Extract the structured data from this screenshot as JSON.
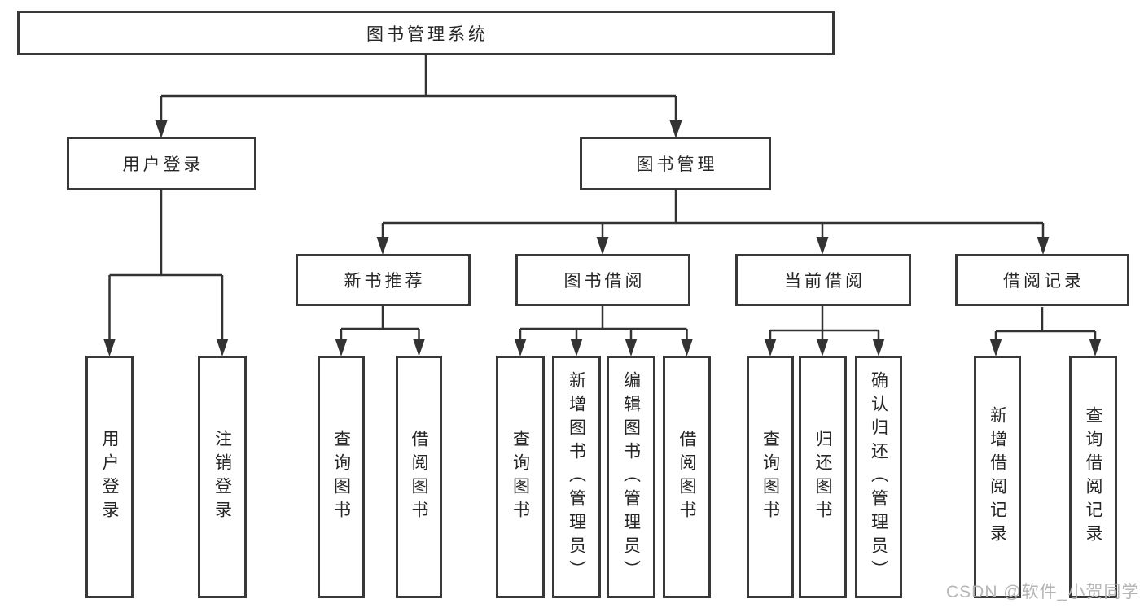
{
  "diagram": {
    "root": {
      "label": "图书管理系统"
    },
    "user_module": {
      "label": "用户登录",
      "children": [
        "用户登录",
        "注销登录"
      ]
    },
    "book_module": {
      "label": "图书管理",
      "sections": [
        {
          "label": "新书推荐",
          "children": [
            "查询图书",
            "借阅图书"
          ]
        },
        {
          "label": "图书借阅",
          "children": [
            "查询图书",
            "新增图书（管理员）",
            "编辑图书（管理员）",
            "借阅图书"
          ]
        },
        {
          "label": "当前借阅",
          "children": [
            "查询图书",
            "归还图书",
            "确认归还（管理员）"
          ]
        },
        {
          "label": "借阅记录",
          "children": [
            "新增借阅记录",
            "查询借阅记录"
          ]
        }
      ]
    }
  },
  "watermark": {
    "text": "CSDN @软件_小贺同学"
  },
  "colors": {
    "background": "#ffffff",
    "line": "#333333",
    "box_border": "#383838",
    "text": "#262626",
    "watermark": "#b5b5b5"
  }
}
